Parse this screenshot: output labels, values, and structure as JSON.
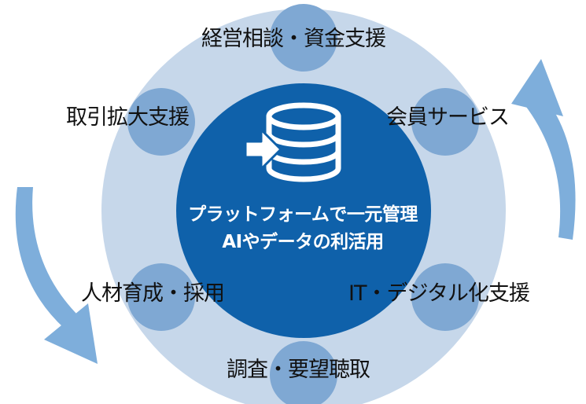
{
  "diagram": {
    "center": {
      "line1": "プラットフォームで一元管理",
      "line2": "AIやデータの利活用"
    },
    "services": [
      {
        "key": "consult",
        "label": "経営相談・資金支援"
      },
      {
        "key": "members",
        "label": "会員サービス"
      },
      {
        "key": "it",
        "label": "IT・デジタル化支援"
      },
      {
        "key": "survey",
        "label": "調査・要望聴取"
      },
      {
        "key": "talent",
        "label": "人材育成・採用"
      },
      {
        "key": "trade",
        "label": "取引拡大支援"
      }
    ],
    "icons": {
      "center_icon": "database-import-icon",
      "right_arrow": "cycle-arrow-up-icon",
      "left_arrow": "cycle-arrow-down-icon"
    },
    "colors": {
      "outer_ring": "#c6d7ea",
      "node": "#7fa8d3",
      "center": "#0f61aa",
      "arrow": "#7eaedb"
    }
  }
}
